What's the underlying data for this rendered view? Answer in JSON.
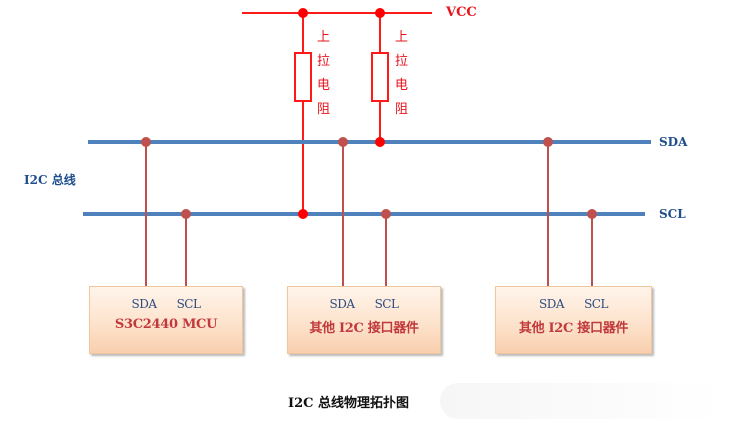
{
  "diagram": {
    "caption": "I2C 总线物理拓扑图",
    "bus_group_label": "I2C 总线",
    "power": {
      "label": "VCC"
    },
    "buses": [
      {
        "name": "SDA"
      },
      {
        "name": "SCL"
      }
    ],
    "pullups": [
      {
        "label_chars": [
          "上",
          "拉",
          "电",
          "阻"
        ],
        "connects_to": "SCL"
      },
      {
        "label_chars": [
          "上",
          "拉",
          "电",
          "阻"
        ],
        "connects_to": "SDA"
      }
    ],
    "devices": [
      {
        "name": "S3C2440 MCU",
        "pins": [
          "SDA",
          "SCL"
        ]
      },
      {
        "name": "其他 I2C 接口器件",
        "pins": [
          "SDA",
          "SCL"
        ]
      },
      {
        "name": "其他 I2C 接口器件",
        "pins": [
          "SDA",
          "SCL"
        ]
      }
    ],
    "colors": {
      "bus_line": "#4f81bd",
      "device_wire": "#c0504d",
      "power_wire": "#ff0000",
      "label_blue": "#1f4e8c",
      "device_text": "#c0393b"
    }
  }
}
